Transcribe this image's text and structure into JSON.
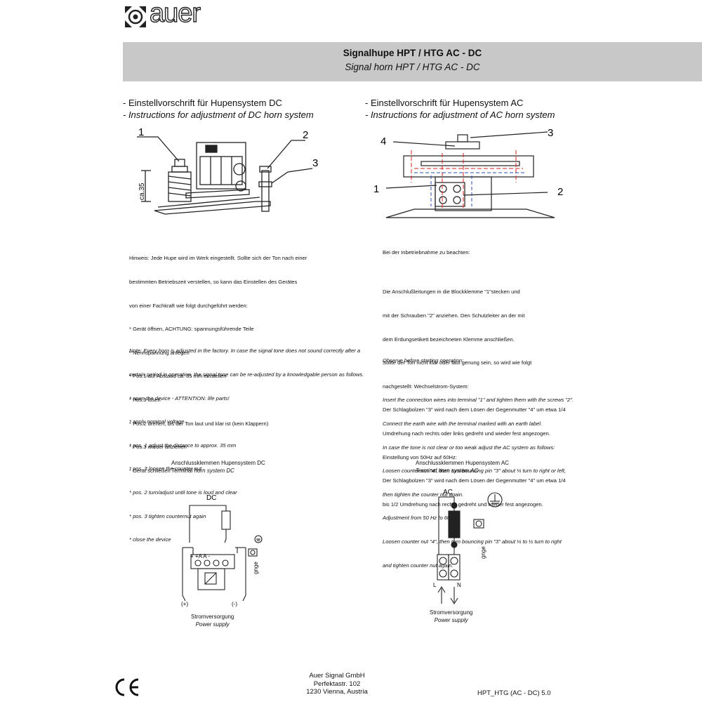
{
  "header": {
    "brand": "auer",
    "title_de": "Signalhupe HPT / HTG   AC - DC",
    "title_en": "Signal horn HPT / HTG   AC - DC"
  },
  "dc_section": {
    "heading_de": "- Einstellvorschrift für Hupensystem DC",
    "heading_en": "- Instructions for adjustment of DC horn system",
    "callouts": [
      "1",
      "2",
      "3"
    ],
    "dimension_label": "ca.35",
    "note_de": [
      "Hinweis: Jede Hupe wird im Werk eingestellt. Sollte sich der Ton nach einer",
      "bestimmten Betriebszeit verstellen, so kann das Einstellen des Gerätes",
      "von einer Fachkraft wie folgt durchgeführt werden:",
      "* Gerät öffnen, ACHTUNG: spannungsführende Teile",
      "* Nennspannung anlegen",
      "* Pos.1 auf Abstand ca. 35 mm einstellen",
      "* Pos.3 lösen",
      "* Pos.2 drehen, bis der Ton laut und klar ist (kein Klappern)",
      "* Pos.3 wieder anziehen",
      "* Gerät schließen"
    ],
    "note_en": [
      "Note: Every horn is adjusted in the factory. In case the signal tone does not sound correctly after a",
      "certain period in operation, the signal tone can be re-adjusted by a knowledgable person as follows.",
      "* open the device - ATTENTION: life parts!",
      "* apply nominal voltage",
      "* pos. 1 adjust the distance to approx. 35 mm",
      "* pos. 3 loosen the counter nut",
      "* pos. 2 turn/adjust until tone is loud and clear",
      "* pos. 3 tighten counternut again",
      "* close the device"
    ]
  },
  "ac_section": {
    "heading_de": "- Einstellvorschrift für Hupensystem AC",
    "heading_en": "- Instructions for adjustment of AC horn system",
    "callouts": [
      "4",
      "3",
      "1",
      "2"
    ],
    "note_de": [
      "Bei der Inbetriebnahme zu beachten:",
      "",
      "Die Anschlußleitungen in die Blockklemme \"1\"stecken und",
      "mit der Schrauben \"2\" anziehen. Den Schutzleiter an der mit",
      "dem Erdungsetikett bezeichneten Klemme anschließen.",
      "Sollte der Ton nicht klar oder laut genung sein, so wird wie folgt",
      "nachgestellt: Wechselstrom-System:",
      "Der Schlagbolzen \"3\" wird nach dem Lösen der Gegenmutter \"4\" um etwa 1/4",
      "Umdrehung nach rechts oder links gedreht und wieder fest angezogen.",
      "Einstellung von 50Hz auf 60Hz:",
      "Der Schlagbolzen \"3\" wird nach dem Lösen der Gegenmutter \"4\" um etwa 1/4",
      "bis 1/2 Umdrehung nach rechts gedreht und wieder fest angezogen."
    ],
    "note_en": [
      "Observe before starting operation:",
      "",
      "Insert the connection wires into terminal \"1\" and tighten them with the screws \"2\".",
      "Connect the earth wire with the terminal marked with an earth label.",
      "In case the tone is not clear or too weak adjust the AC system as follows:",
      "Loosen counter nut \"4\", then turn bouncing pin \"3\" about ¼ turn to right or left,",
      "then tighten the counter nut again.",
      "Adjustment from 50 Hz to 60 Hz:",
      "Loosen counter nut \"4\", then turn bouncing pin \"3\" about ¼ to ½ turn to right",
      "and tighten counter nut again."
    ]
  },
  "terminal_dc": {
    "title_de": "Anschlussklemmen Hupensystem DC",
    "title_en": "Terminal horn system  DC",
    "label_dc": "DC",
    "terminal_marks": "+ +A  A  -",
    "plus": "(+)",
    "minus": "(-)",
    "earth_label": "gnge",
    "supply_de": "Stromversorgung",
    "supply_en": "Power supply"
  },
  "terminal_ac": {
    "title_de": "Anschlussklemmen Hupensystem AC",
    "title_en": "Terminal horn system  AC",
    "label_ac": "AC",
    "label_l": "L",
    "label_n": "N",
    "earth_label": "gnge",
    "supply_de": "Stromversorgung",
    "supply_en": "Power supply"
  },
  "footer": {
    "ce_mark": "CE",
    "company": "Auer Signal GmbH",
    "street": "Perfektastr. 102",
    "city": "1230 Vienna, Austria",
    "doc_id": "HPT_HTG (AC - DC) 5.0"
  }
}
